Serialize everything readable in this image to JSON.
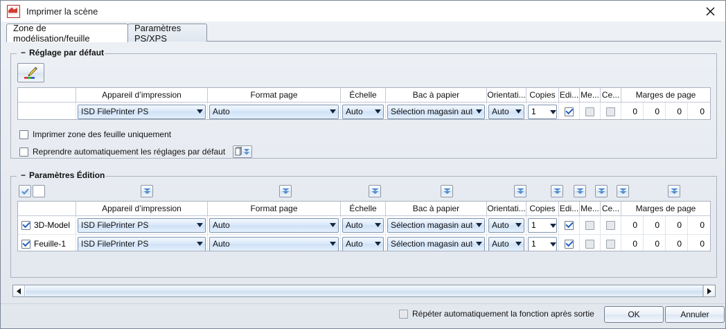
{
  "window": {
    "title": "Imprimer la scène",
    "app_icon": "print-scene-icon",
    "close_icon": "close-icon"
  },
  "tabs": [
    {
      "label": "Zone de modélisation/feuille",
      "active": true
    },
    {
      "label": "Paramètres PS/XPS",
      "active": false
    }
  ],
  "default_group": {
    "title": "Réglage par défaut",
    "collapser": "−",
    "edit_button_icon": "pencil-icon",
    "columns": [
      "",
      "Appareil d’impression",
      "Format page",
      "Échelle",
      "Bac à papier",
      "Orientati...",
      "Copies",
      "Edi...",
      "Me...",
      "Ce...",
      "Marges de page"
    ],
    "row": {
      "device": "ISD FilePrinter PS",
      "page_format": "Auto",
      "scale": "Auto",
      "paper_tray": "Sélection magasin auto",
      "orientation": "Auto",
      "copies": "1",
      "edit_checked": true,
      "me_checked": false,
      "ce_checked": false,
      "margins": [
        "0",
        "0",
        "0",
        "0"
      ]
    },
    "checkboxes": [
      {
        "label": "Imprimer zone des feuille uniquement",
        "checked": false
      },
      {
        "label": "Reprendre automatiquement les réglages par défaut",
        "checked": false
      }
    ],
    "reapply_button_icon": "page-dropdown-icon"
  },
  "edition_group": {
    "title": "Paramètres Édition",
    "collapser": "−",
    "check_all_icon": "check-all-icon",
    "uncheck_all_icon": "uncheck-all-icon",
    "dropdown_icon": "double-chevron-down-icon",
    "columns": [
      "",
      "Appareil d’impression",
      "Format page",
      "Échelle",
      "Bac à papier",
      "Orientati...",
      "Copies",
      "Edi...",
      "Me...",
      "Ce...",
      "Marges de page"
    ],
    "rows": [
      {
        "selected": true,
        "name": "3D-Model",
        "device": "ISD FilePrinter PS",
        "page_format": "Auto",
        "scale": "Auto",
        "paper_tray": "Sélection magasin auto",
        "orientation": "Auto",
        "copies": "1",
        "edit_checked": true,
        "me_checked": false,
        "ce_checked": false,
        "margins": [
          "0",
          "0",
          "0",
          "0"
        ]
      },
      {
        "selected": true,
        "name": "Feuille-1",
        "device": "ISD FilePrinter PS",
        "page_format": "Auto",
        "scale": "Auto",
        "paper_tray": "Sélection magasin auto",
        "orientation": "Auto",
        "copies": "1",
        "edit_checked": true,
        "me_checked": false,
        "ce_checked": false,
        "margins": [
          "0",
          "0",
          "0",
          "0"
        ]
      }
    ]
  },
  "scrollbar": {
    "left_arrow_icon": "arrow-left-icon",
    "right_arrow_icon": "arrow-right-icon"
  },
  "footer": {
    "repeat_checkbox": {
      "label": "Répéter automatiquement la fonction après sortie",
      "checked": false
    },
    "ok_label": "OK",
    "cancel_label": "Annuler"
  },
  "colors": {
    "accent_blue": "#1f5fbf",
    "combo_fill": "#dbe9f9",
    "frame": "#a9b2bf",
    "dialog_bg": "#e7ebf1"
  }
}
